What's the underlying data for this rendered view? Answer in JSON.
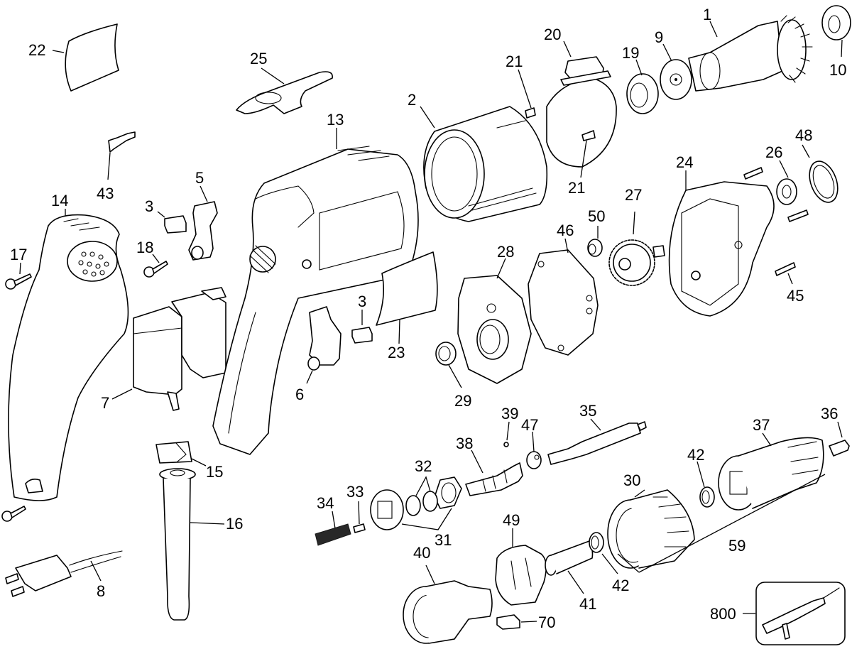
{
  "diagram": {
    "title": "Power screwdriver exploded parts diagram",
    "callouts": {
      "c1": "1",
      "c2": "2",
      "c3a": "3",
      "c3b": "3",
      "c5": "5",
      "c6": "6",
      "c7": "7",
      "c8": "8",
      "c9": "9",
      "c10": "10",
      "c13": "13",
      "c14": "14",
      "c15": "15",
      "c16": "16",
      "c17": "17",
      "c18": "18",
      "c19": "19",
      "c20": "20",
      "c21a": "21",
      "c21b": "21",
      "c22": "22",
      "c23": "23",
      "c24": "24",
      "c25": "25",
      "c26": "26",
      "c27": "27",
      "c28": "28",
      "c29": "29",
      "c30": "30",
      "c31": "31",
      "c32": "32",
      "c33": "33",
      "c34": "34",
      "c35": "35",
      "c36": "36",
      "c37": "37",
      "c38": "38",
      "c39": "39",
      "c40": "40",
      "c41": "41",
      "c42a": "42",
      "c42b": "42",
      "c43": "43",
      "c45": "45",
      "c46": "46",
      "c47": "47",
      "c48": "48",
      "c49": "49",
      "c50": "50",
      "c59": "59",
      "c70": "70",
      "c800": "800"
    }
  }
}
